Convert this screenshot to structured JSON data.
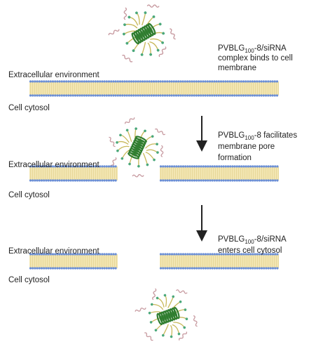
{
  "labels": {
    "extracellular": "Extracellular environment",
    "cytosol": "Cell cytosol"
  },
  "steps": [
    {
      "name": "step-1",
      "lines": [
        {
          "pre": "PVBLG",
          "sub": "100",
          "post": "-8/siRNA"
        },
        {
          "pre": "complex binds to cell",
          "sub": "",
          "post": ""
        },
        {
          "pre": "membrane",
          "sub": "",
          "post": ""
        }
      ]
    },
    {
      "name": "step-2",
      "lines": [
        {
          "pre": "PVBLG",
          "sub": "100",
          "post": "-8 facilitates"
        },
        {
          "pre": "membrane pore",
          "sub": "",
          "post": ""
        },
        {
          "pre": "formation",
          "sub": "",
          "post": ""
        }
      ]
    },
    {
      "name": "step-3",
      "lines": [
        {
          "pre": "PVBLG",
          "sub": "100",
          "post": "-8/siRNA"
        },
        {
          "pre": "enters cell cytosol",
          "sub": "",
          "post": ""
        }
      ]
    }
  ],
  "colors": {
    "lipid_head": "#6b8fd6",
    "lipid_tail": "#f3e6b2",
    "helix": "#2f7d2f",
    "polymer_arm": "#c8b85a",
    "arm_tip": "#4aa87a",
    "sirna": "#c79aa0",
    "arrow": "#222222"
  }
}
